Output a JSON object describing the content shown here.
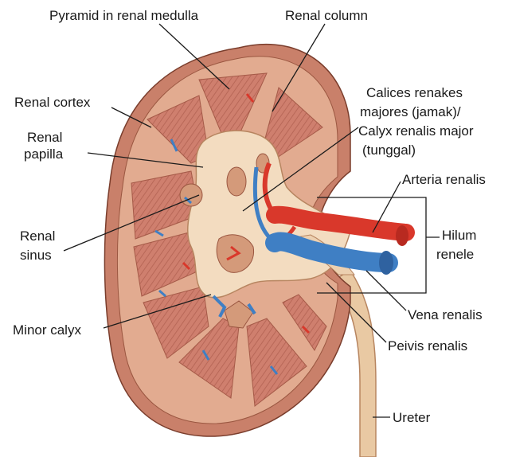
{
  "labels": {
    "pyramid": "Pyramid in renal medulla",
    "renal_column": "Renal column",
    "renal_cortex": "Renal cortex",
    "renal_papilla_1": "Renal",
    "renal_papilla_2": "papilla",
    "calices_1": "Calices renakes",
    "calices_2": "majores (jamak)/",
    "calices_3": "Calyx renalis major",
    "calices_4": "(tunggal)",
    "arteria": "Arteria renalis",
    "hilum_1": "Hilum",
    "hilum_2": "renele",
    "renal_sinus_1": "Renal",
    "renal_sinus_2": "sinus",
    "vena": "Vena renalis",
    "minor_calyx": "Minor calyx",
    "pelvis": "Peivis renalis",
    "ureter": "Ureter"
  },
  "colors": {
    "capsule": "#c9806a",
    "cortex": "#e2ab90",
    "pyramid": "#cf7f6e",
    "pyramid_stripe": "#b86858",
    "sinus": "#f3dcc0",
    "cavity": "#d49a7a",
    "artery": "#d9382b",
    "vein": "#3f7fc4",
    "ureter": "#e9c9a3"
  }
}
